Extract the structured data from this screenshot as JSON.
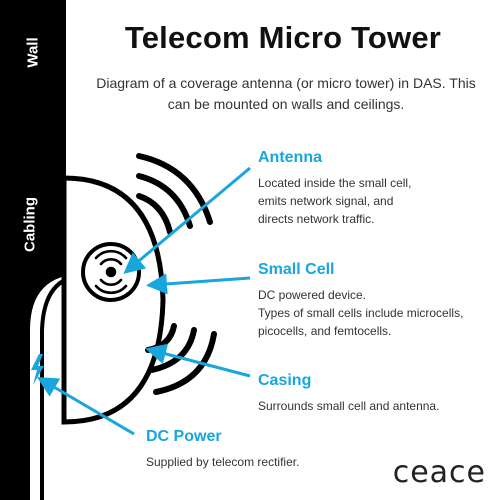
{
  "wall_label": "Wall",
  "cabling_label": "Cabling",
  "title": "Telecom Micro Tower",
  "subtitle": "Diagram of a coverage antenna (or micro tower) in DAS. This can be mounted on walls and ceilings.",
  "labels": {
    "antenna": {
      "title": "Antenna",
      "desc": "Located inside the small cell,\nemits network signal, and\ndirects network traffic."
    },
    "small_cell": {
      "title": "Small Cell",
      "desc": "DC powered device.\nTypes of small cells include microcells,\npicocells, and femtocells."
    },
    "casing": {
      "title": "Casing",
      "desc": "Surrounds small cell and antenna."
    },
    "dc_power": {
      "title": "DC Power",
      "desc": "Supplied by telecom rectifier."
    }
  },
  "logo": "ceace",
  "colors": {
    "accent": "#18a6dc",
    "dark": "#000000"
  },
  "icons": [
    "lightning-icon",
    "signal-waves-icon",
    "antenna-icon"
  ]
}
